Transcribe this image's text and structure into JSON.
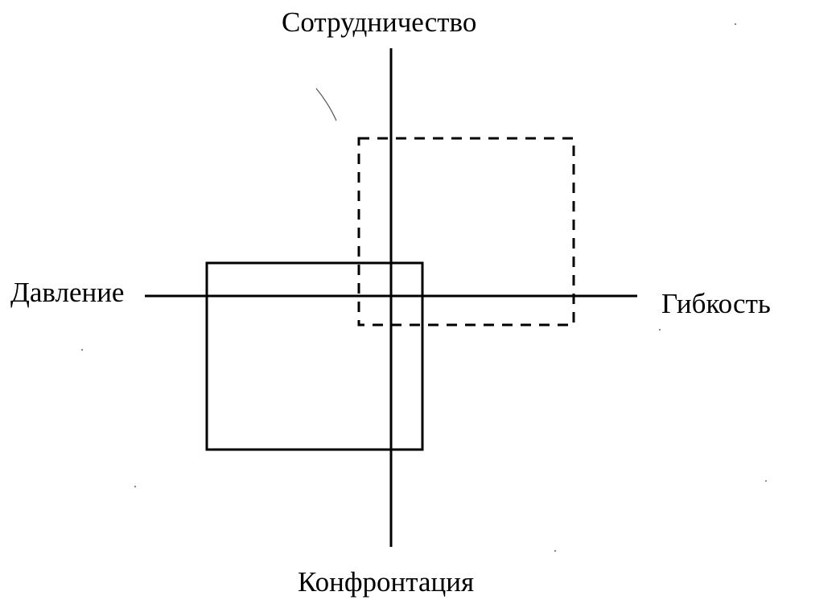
{
  "diagram": {
    "labels": {
      "top": "Сотрудничество",
      "left": "Давление",
      "right": "Гибкость",
      "bottom": "Конфронтация"
    },
    "colors": {
      "line": "#000000",
      "background": "#ffffff"
    },
    "shapes": {
      "solid_rectangle": "solid",
      "dashed_rectangle": "dashed"
    }
  }
}
